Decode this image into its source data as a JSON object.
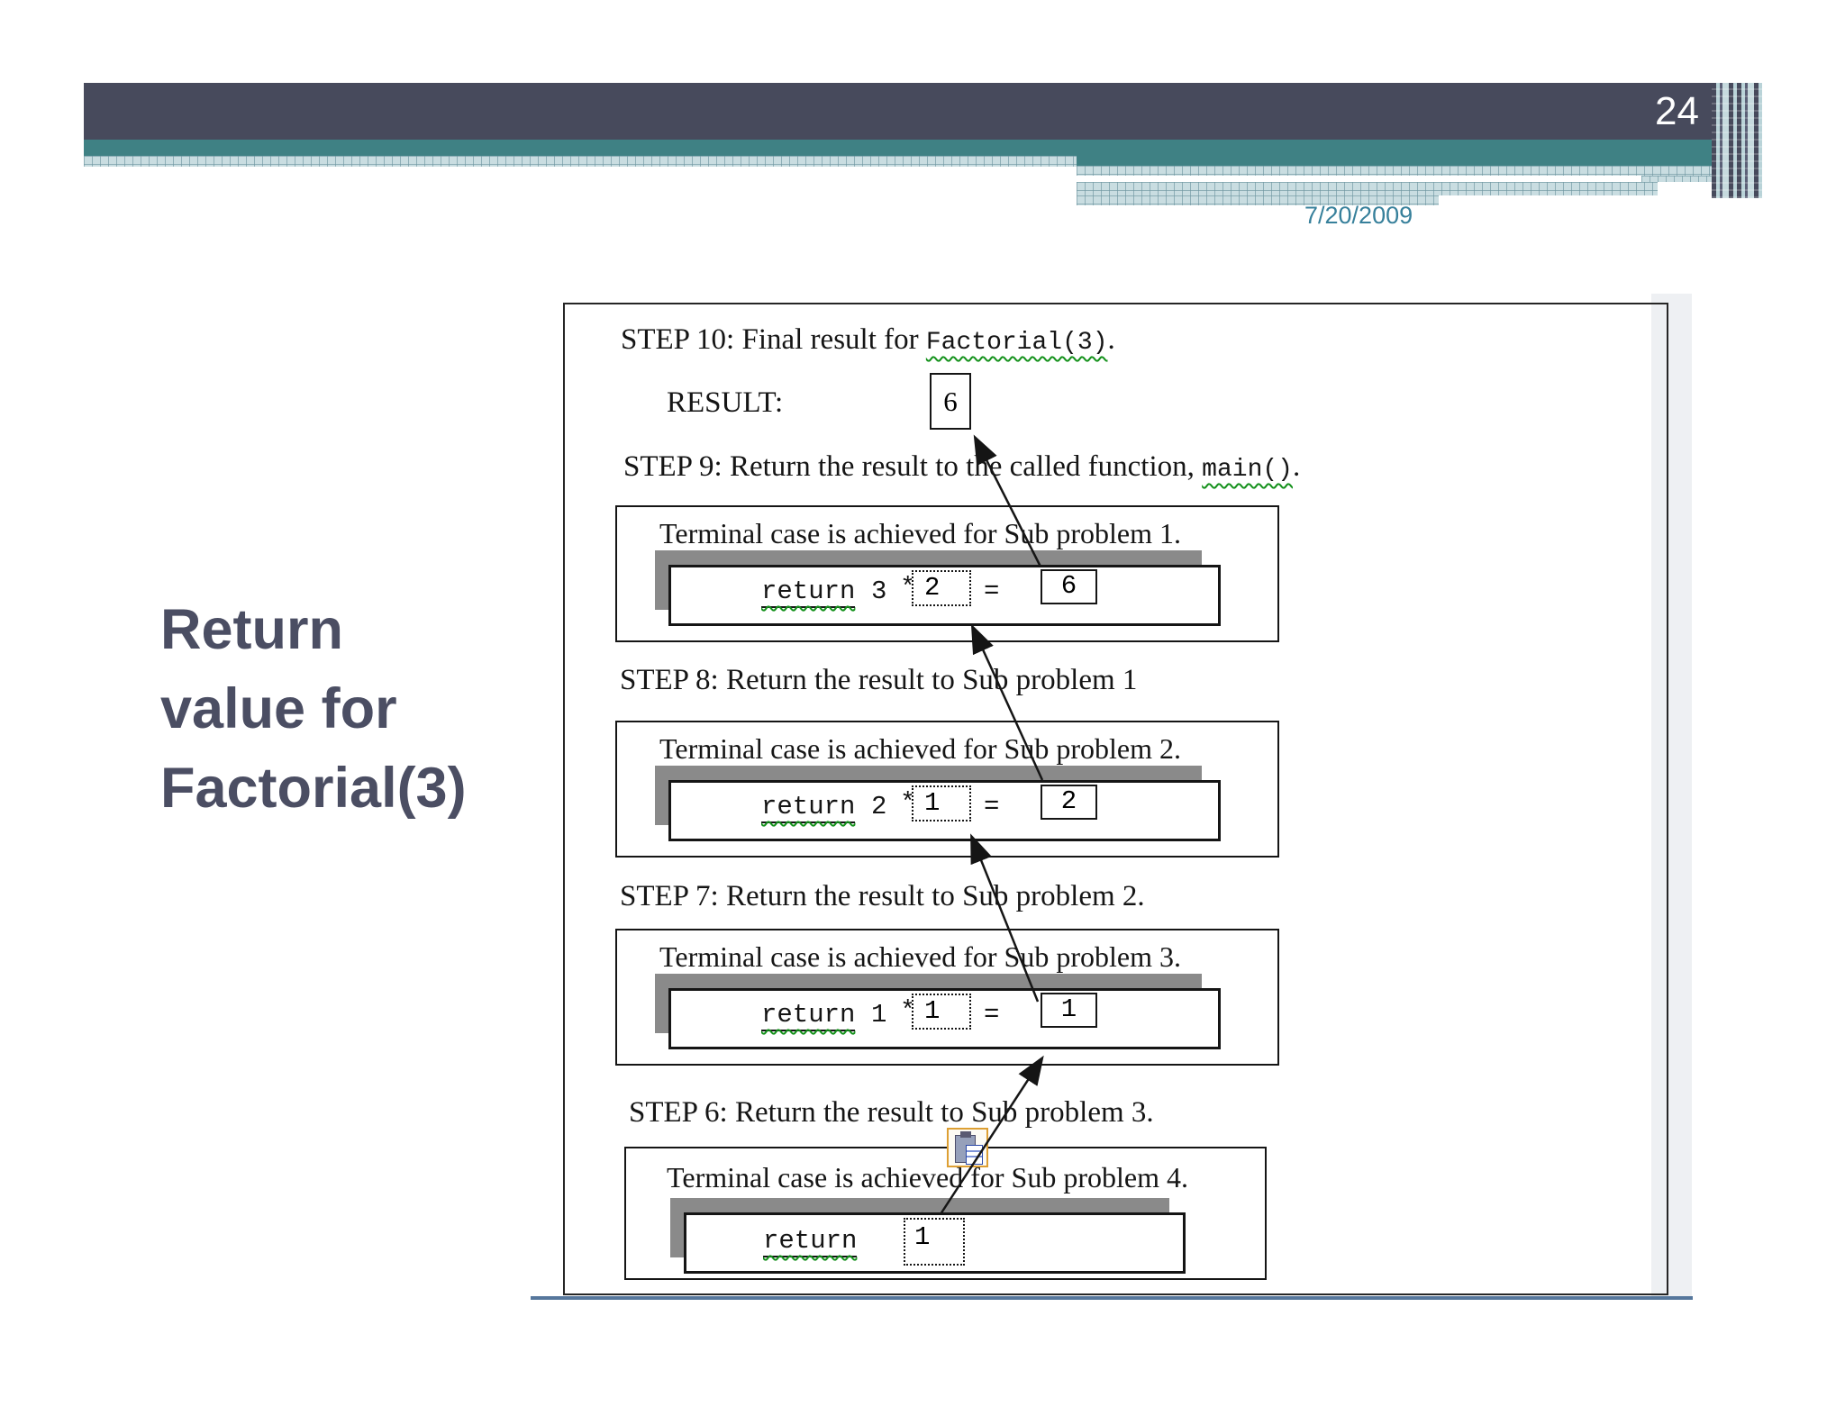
{
  "slide": {
    "number": "24",
    "date": "7/20/2009",
    "title_lines": [
      "Return",
      "value for",
      "Factorial(3)"
    ]
  },
  "diagram": {
    "step10_prefix": "STEP 10: Final result for ",
    "step10_code": "Factorial(3)",
    "step10_suffix": ".",
    "result_label": "RESULT:",
    "result_value": "6",
    "step9_prefix": "STEP 9: Return the result to the called function, ",
    "step9_code": "main()",
    "step9_suffix": ".",
    "boxes": [
      {
        "title": "Terminal case is achieved for Sub problem 1.",
        "keyword": "return",
        "operand": "3",
        "operator": "*",
        "carried": "2",
        "equals": "=",
        "result": "6"
      },
      {
        "title": "Terminal case is achieved for Sub problem 2.",
        "keyword": "return",
        "operand": "2",
        "operator": "*",
        "carried": "1",
        "equals": "=",
        "result": "2"
      },
      {
        "title": "Terminal case is achieved for Sub problem 3.",
        "keyword": "return",
        "operand": "1",
        "operator": "*",
        "carried": "1",
        "equals": "=",
        "result": "1"
      },
      {
        "title": "Terminal case is achieved for Sub problem 4.",
        "keyword": "return",
        "carried": "1"
      }
    ],
    "step8": "STEP 8: Return the result to Sub problem 1",
    "step7": "STEP 7: Return the result to Sub problem 2.",
    "step6": "STEP 6: Return the result to Sub problem 3."
  },
  "icons": {
    "paste_options": "paste-options-clipboard-icon"
  },
  "colors": {
    "header_dark": "#474a5c",
    "header_teal": "#3f8184",
    "checker_fill": "#c9dde1",
    "date_text": "#37809b",
    "title_text": "#4b4e63",
    "squiggle_green": "#14911b",
    "shadow_gray": "#8a8a8a",
    "separator_blue": "#56779c"
  }
}
